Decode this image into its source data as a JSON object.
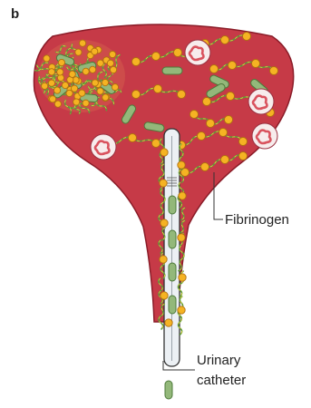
{
  "panel_label": "b",
  "labels": {
    "fibrinogen": "Fibrinogen",
    "catheter_line1": "Urinary",
    "catheter_line2": "catheter"
  },
  "colors": {
    "bladder_fill": "#c63a47",
    "bladder_outline": "#8a1c28",
    "bacterium_fill": "#93b87a",
    "bacterium_outline": "#4d7a3a",
    "fibrinogen_node": "#f5b323",
    "fibrinogen_node_outline": "#b07010",
    "fibrinogen_strand_green": "#5f9a3a",
    "fibrinogen_strand_yellow": "#e8d13a",
    "neutrophil_fill": "#f7ecec",
    "neutrophil_nucleus": "#d9535e",
    "catheter_fill": "#ecf0f4",
    "catheter_outline": "#333333",
    "callout_line": "#333333",
    "text": "#222222"
  },
  "icons": [
    "bacterium-icon",
    "fibrinogen-icon",
    "neutrophil-icon",
    "catheter-icon",
    "biofilm-icon"
  ]
}
